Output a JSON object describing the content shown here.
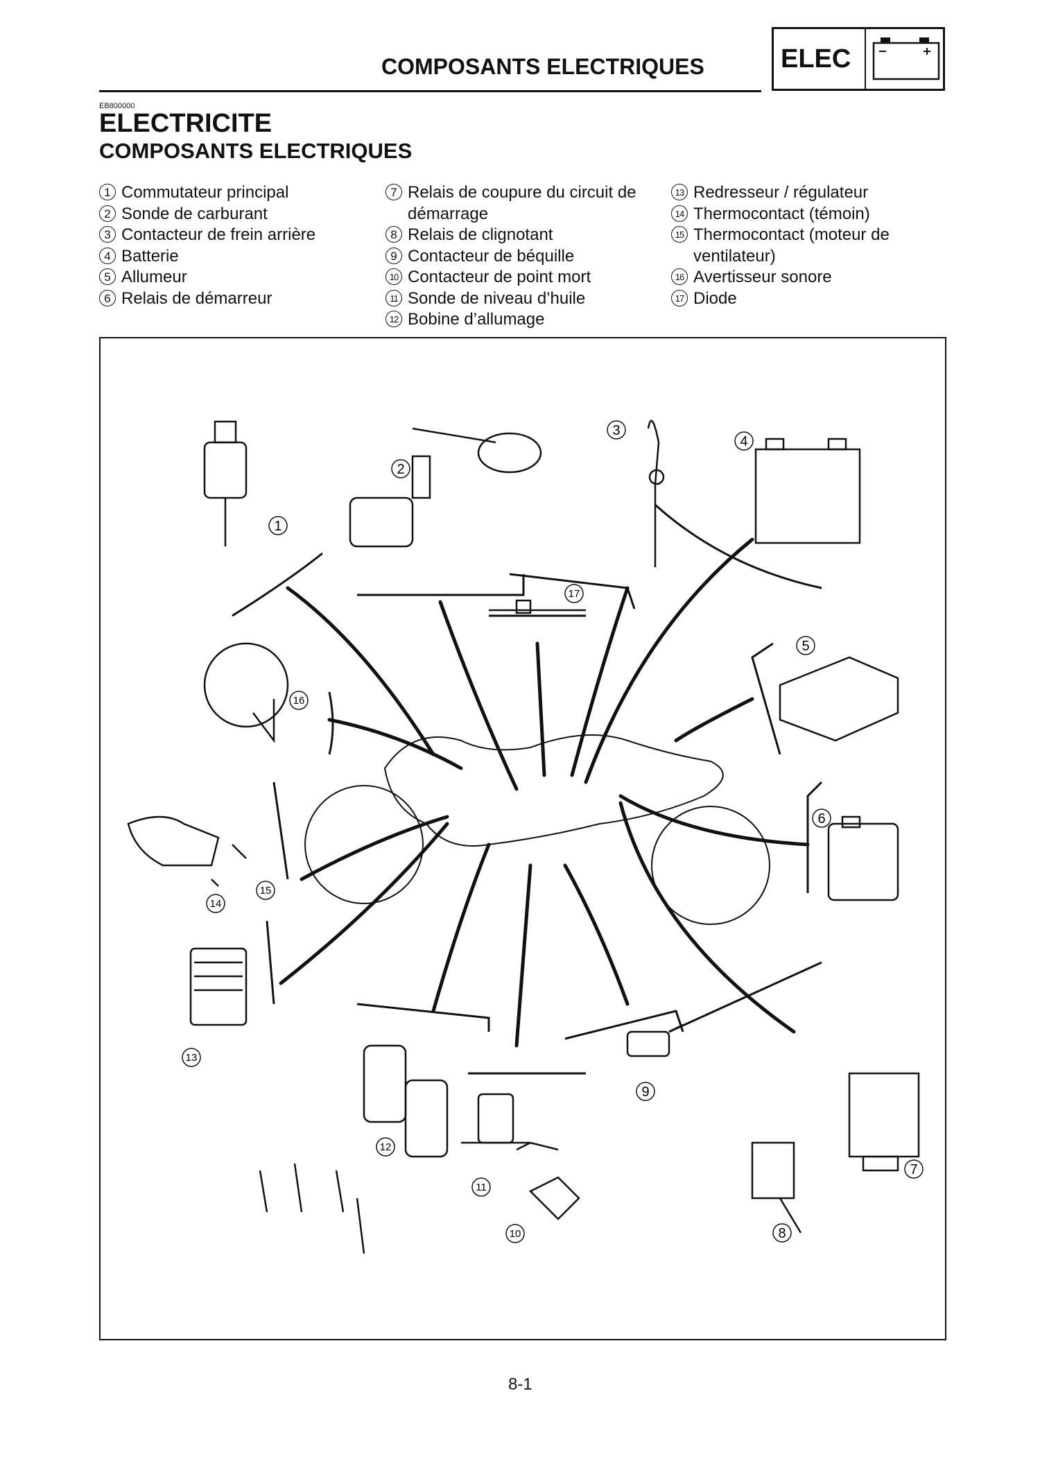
{
  "header": {
    "title": "COMPOSANTS ELECTRIQUES",
    "badge": "ELEC",
    "badge_icon": "battery-icon"
  },
  "section": {
    "code": "EB800000",
    "title": "ELECTRICITE",
    "subtitle": "COMPOSANTS ELECTRIQUES"
  },
  "legend": {
    "col1": [
      {
        "num": "1",
        "label": "Commutateur principal"
      },
      {
        "num": "2",
        "label": "Sonde de carburant"
      },
      {
        "num": "3",
        "label": "Contacteur de frein arrière"
      },
      {
        "num": "4",
        "label": "Batterie"
      },
      {
        "num": "5",
        "label": "Allumeur"
      },
      {
        "num": "6",
        "label": "Relais de démarreur"
      }
    ],
    "col2": [
      {
        "num": "7",
        "label": "Relais de coupure du circuit de",
        "label2": "démarrage"
      },
      {
        "num": "8",
        "label": "Relais de clignotant"
      },
      {
        "num": "9",
        "label": "Contacteur de béquille"
      },
      {
        "num": "10",
        "label": "Contacteur de point mort"
      },
      {
        "num": "11",
        "label": "Sonde de niveau d’huile"
      },
      {
        "num": "12",
        "label": "Bobine d’allumage"
      }
    ],
    "col3": [
      {
        "num": "13",
        "label": "Redresseur / régulateur"
      },
      {
        "num": "14",
        "label": "Thermocontact (témoin)"
      },
      {
        "num": "15",
        "label": "Thermocontact (moteur de",
        "label2": "ventilateur)"
      },
      {
        "num": "16",
        "label": "Avertisseur sonore"
      },
      {
        "num": "17",
        "label": "Diode"
      }
    ]
  },
  "diagram": {
    "callouts": [
      "1",
      "2",
      "3",
      "4",
      "5",
      "6",
      "7",
      "8",
      "9",
      "10",
      "11",
      "12",
      "13",
      "14",
      "15",
      "16",
      "17"
    ]
  },
  "footer": {
    "page_number": "8-1"
  }
}
